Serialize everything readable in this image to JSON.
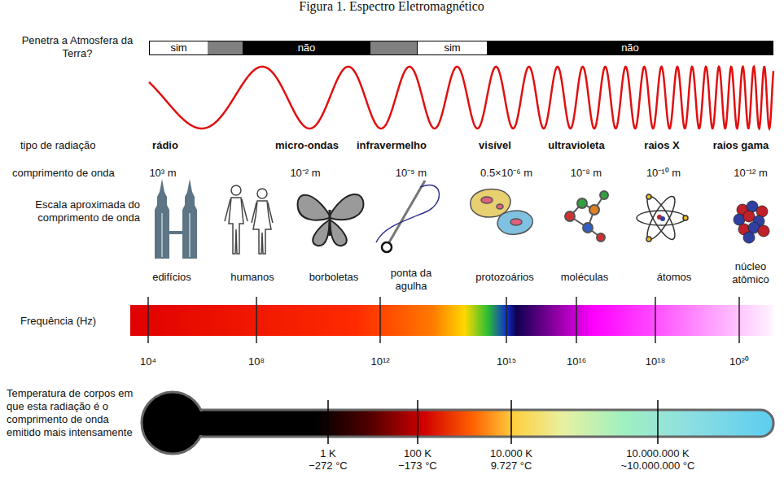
{
  "diagram": {
    "title": "Figura 1. Espectro Eletromagnético",
    "nodes": [
      {
        "text": [
          "sim"
        ]
      },
      {
        "text": [
          "não"
        ]
      },
      {
        "text": [
          "sim"
        ]
      },
      {
        "text": [
          "não"
        ]
      }
    ],
    "labels": [
      "Penetra a Atmosfera da Terra?",
      "tipo de radiação",
      "rádio",
      "micro-ondas",
      "infravermelho",
      "visível",
      "ultravioleta",
      "raios X",
      "raios gama",
      "comprimento de onda",
      "10³ m",
      "10⁻² m",
      "10⁻⁵ m",
      "0.5×10⁻⁶ m",
      "10⁻⁸ m",
      "10⁻¹⁰ m",
      "10⁻¹² m",
      "Escala aproximada do comprimento de onda",
      "edifícios",
      "humanos",
      "borboletas",
      "ponta da agulha",
      "protozoários",
      "moléculas",
      "átomos",
      "núcleo atômico",
      "Frequência (Hz)",
      "10⁴",
      "10⁸",
      "10¹²",
      "10¹⁵",
      "10¹⁶",
      "10¹⁸",
      "10²⁰",
      "Temperatura de corpos em que esta radiação é o comprimento de onda emitido mais intensamente",
      "1 K",
      "−272 °C",
      "100 K",
      "−173 °C",
      "10.000 K",
      "9.727 °C",
      "10.000.000 K",
      "~10.000.000 °C"
    ]
  }
}
